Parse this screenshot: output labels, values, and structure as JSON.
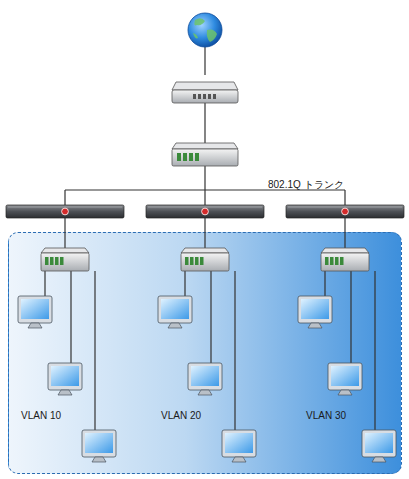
{
  "diagram": {
    "nodes": [
      {
        "text": [
          "VLAN 10",
          "VLAN 20",
          "VLAN 30"
        ]
      }
    ],
    "labels": [
      "802.1Q トランク"
    ]
  }
}
